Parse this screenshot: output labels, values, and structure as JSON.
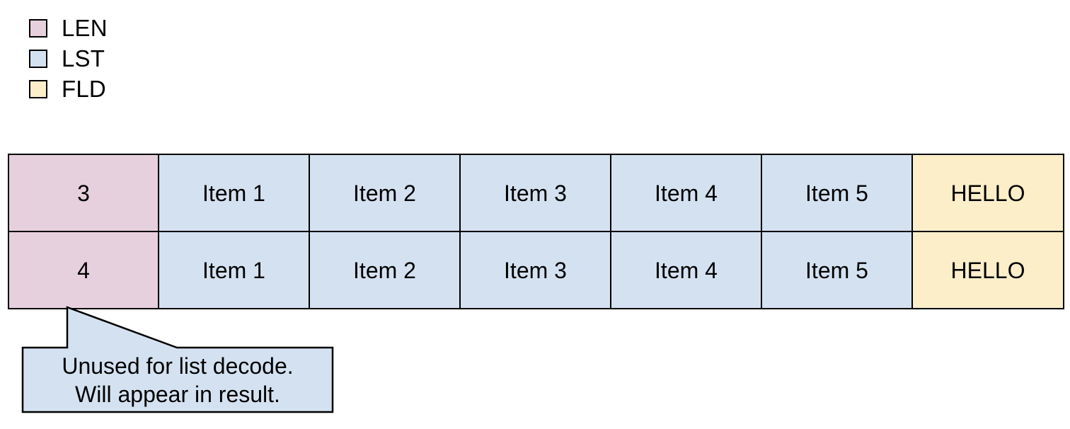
{
  "legend": {
    "items": [
      {
        "label": "LEN",
        "color": "#e7d0dd",
        "swatch_name": "legend-swatch-len"
      },
      {
        "label": "LST",
        "color": "#d4e1f0",
        "swatch_name": "legend-swatch-lst"
      },
      {
        "label": "FLD",
        "color": "#fbeec9",
        "swatch_name": "legend-swatch-fld"
      }
    ]
  },
  "table": {
    "columns": [
      {
        "type": "LEN",
        "color": "#e7d0dd"
      },
      {
        "type": "LST",
        "color": "#d4e1f0"
      },
      {
        "type": "LST",
        "color": "#d4e1f0"
      },
      {
        "type": "LST",
        "color": "#d4e1f0"
      },
      {
        "type": "LST",
        "color": "#d4e1f0"
      },
      {
        "type": "LST",
        "color": "#d4e1f0"
      },
      {
        "type": "FLD",
        "color": "#fbeec9"
      }
    ],
    "rows": [
      {
        "cells": [
          "3",
          "Item 1",
          "Item 2",
          "Item 3",
          "Item 4",
          "Item 5",
          "HELLO"
        ]
      },
      {
        "cells": [
          "4",
          "Item 1",
          "Item 2",
          "Item 3",
          "Item 4",
          "Item 5",
          "HELLO"
        ]
      }
    ]
  },
  "callout": {
    "line1": "Unused for list decode.",
    "line2": "Will appear in result.",
    "fill": "#d4e1f0",
    "stroke": "#000000"
  }
}
